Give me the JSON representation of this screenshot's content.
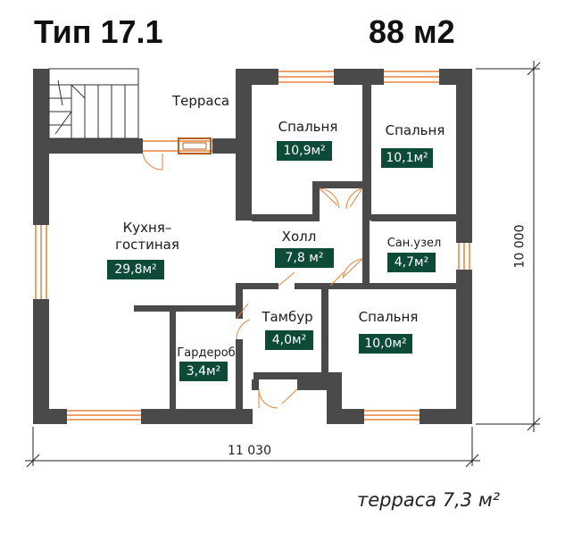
{
  "header": {
    "type_title": "Тип 17.1",
    "area_total": "88 м2"
  },
  "rooms": [
    {
      "name": "Терраса",
      "area": ""
    },
    {
      "name": "Спальня",
      "area": "10,9м²"
    },
    {
      "name": "Спальня",
      "area": "10,1м²"
    },
    {
      "name": "Кухня–\nгостиная",
      "area": "29,8м²"
    },
    {
      "name": "Холл",
      "area": "7,8 м²"
    },
    {
      "name": "Сан.узел",
      "area": "4,7м²"
    },
    {
      "name": "Тамбур",
      "area": "4,0м²"
    },
    {
      "name": "Спальня",
      "area": "10,0м²"
    },
    {
      "name": "Гардероб",
      "area": "3,4м²"
    }
  ],
  "dimensions": {
    "width": "11 030",
    "height": "10 000"
  },
  "terrace_note": "терраса 7,3 м²",
  "colors": {
    "wall": "#4a4a4a",
    "window": "#e8823a",
    "area_badge": "#0d4b38",
    "dim_line": "#222222"
  }
}
